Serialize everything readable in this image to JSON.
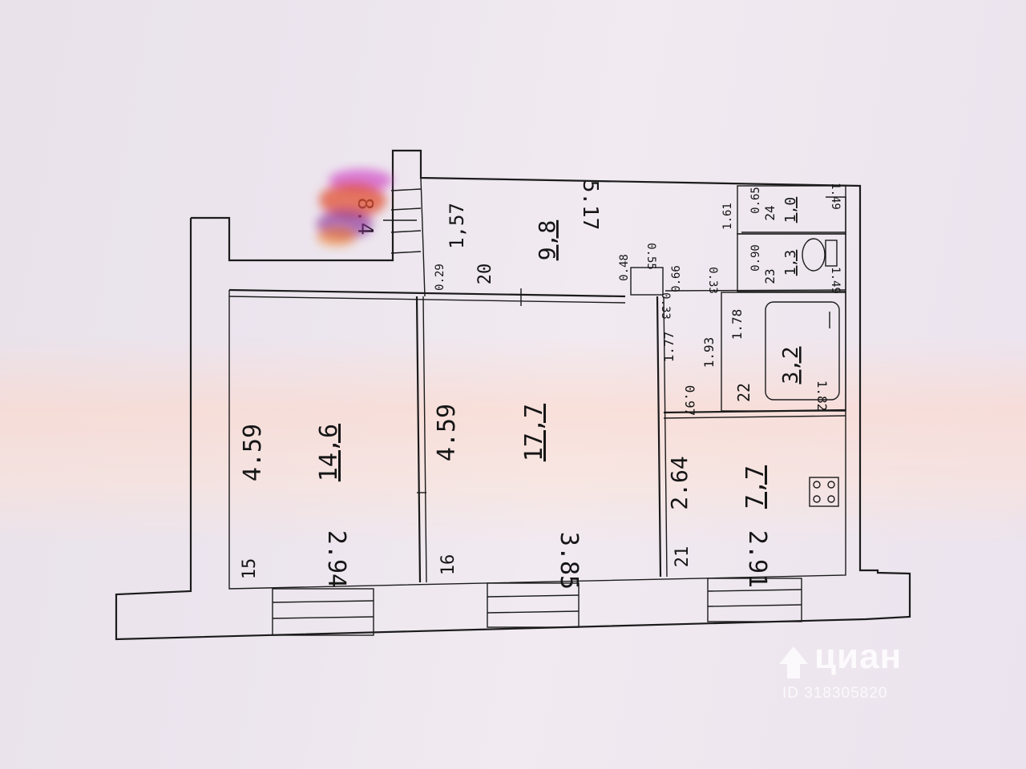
{
  "plan": {
    "room_1": {
      "area": "14,6",
      "length": "4.59",
      "width": "2.94",
      "code": "15"
    },
    "room_2": {
      "area": "17,7",
      "length": "4.59",
      "width": "3.85",
      "code": "16"
    },
    "kitchen": {
      "area": "7,7",
      "length": "2.64",
      "width": "2.91",
      "code": "21"
    },
    "hall": {
      "area": "9,8",
      "length": "5.17",
      "code": "20"
    },
    "balcony": {
      "width": "1,57",
      "area": "8.4"
    },
    "bath": {
      "area": "3,2",
      "code": "22",
      "dims": [
        "1.93",
        "1.78",
        "1.82",
        "0.97",
        "1.77"
      ]
    },
    "toilet": {
      "area": "1,3",
      "code": "23",
      "dims": [
        "0.90",
        "1.49",
        "0.33"
      ]
    },
    "storage": {
      "area": "1,0",
      "code": "24",
      "dims": [
        "1.61",
        "0.65",
        "1.49"
      ]
    },
    "misc": {
      "d029": "0.29",
      "d048": "0.48",
      "d055": "0.55",
      "d066": "0.66",
      "d033": "0.33"
    }
  },
  "watermark": {
    "brand": "циан",
    "id": "ID 318305820"
  }
}
